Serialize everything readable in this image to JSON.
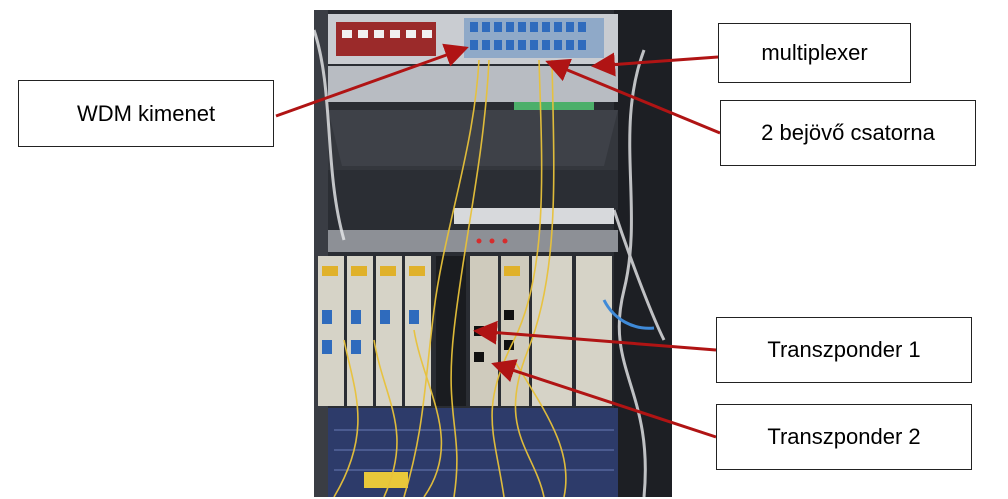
{
  "labels": {
    "wdm_output": "WDM kimenet",
    "multiplexer": "multiplexer",
    "incoming_channels": "2 bejövő csatorna",
    "transponder_1": "Transzponder 1",
    "transponder_2": "Transzponder 2"
  },
  "colors": {
    "arrow": "#b01414",
    "fiber": "#e8c23a",
    "rack": "#26292f"
  },
  "photo": {
    "subject": "telecom-rack-photo"
  }
}
